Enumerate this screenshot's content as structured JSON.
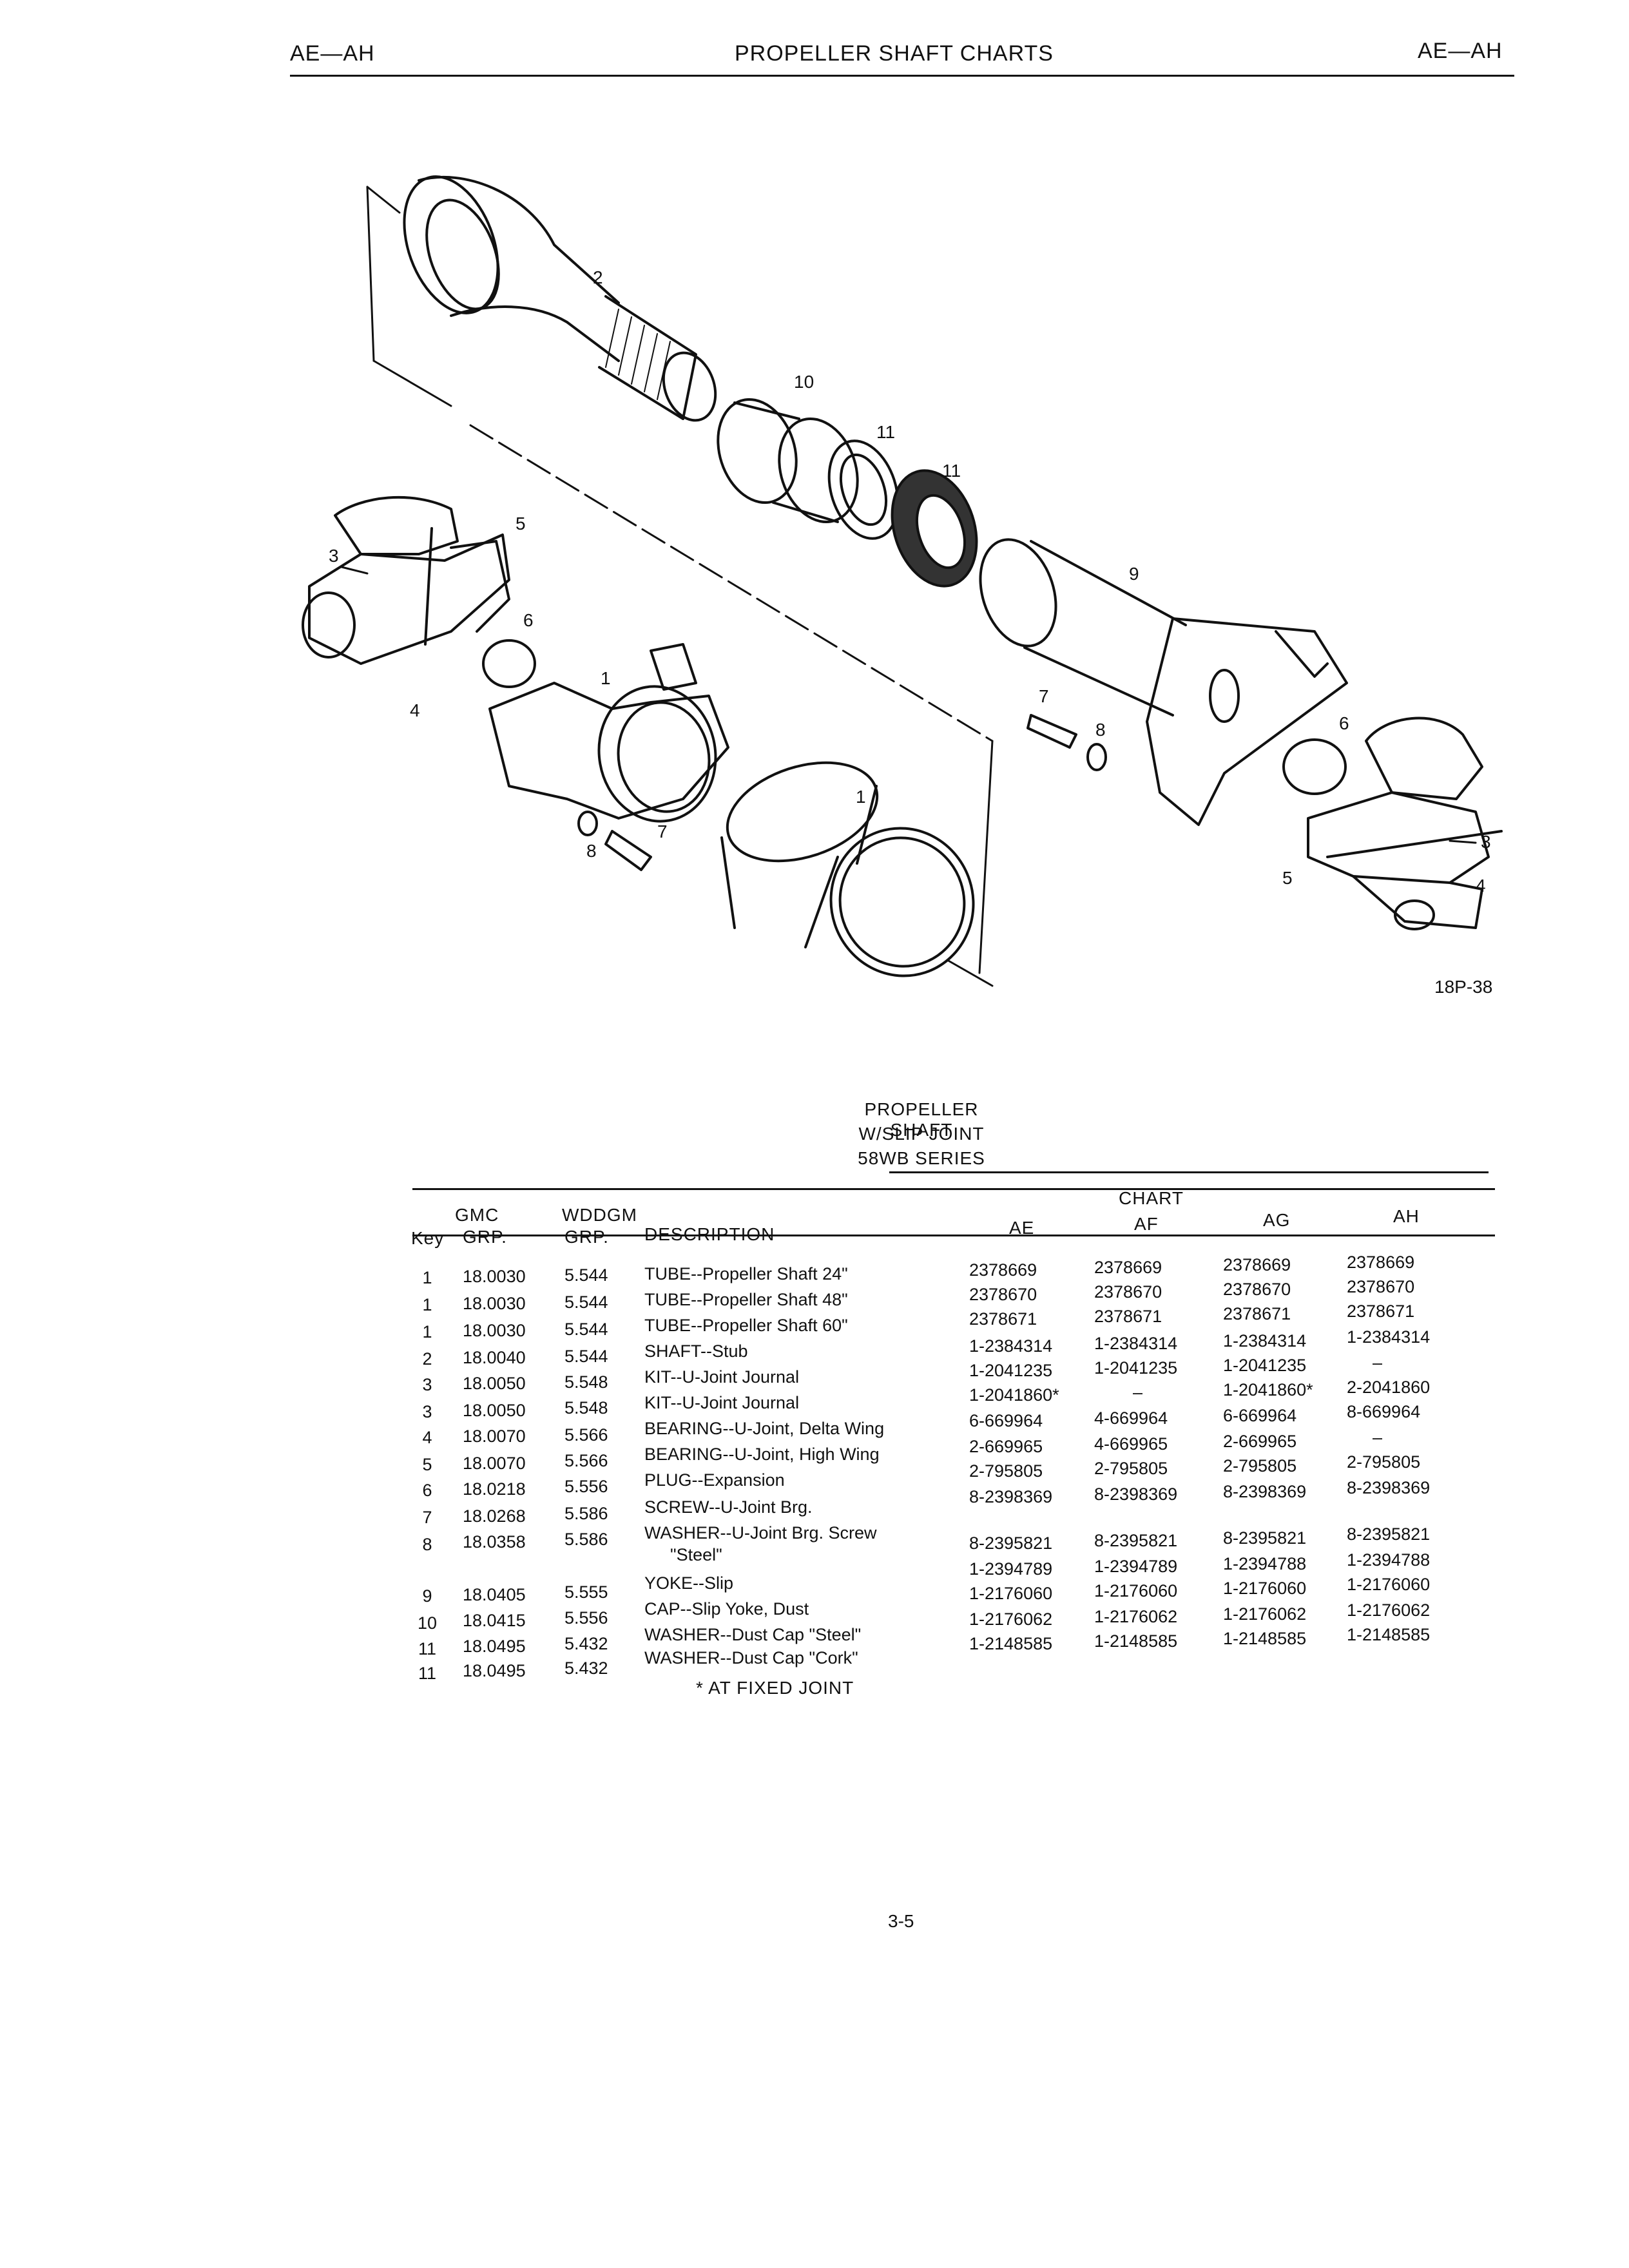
{
  "header": {
    "left": "AE—AH",
    "center": "PROPELLER SHAFT CHARTS",
    "right": "AE—AH"
  },
  "diagram": {
    "figure_id": "18P-38",
    "callouts": [
      "2",
      "10",
      "11",
      "11",
      "9",
      "5",
      "3",
      "6",
      "4",
      "1",
      "7",
      "8",
      "1",
      "8",
      "7",
      "6",
      "3",
      "5",
      "4"
    ]
  },
  "table": {
    "title_lines": [
      "PROPELLER SHAFT",
      "W/SLIP JOINT",
      "58WB SERIES"
    ],
    "chart_label": "CHART",
    "headers": {
      "key": "Key",
      "gmc_top": "GMC",
      "gmc_bottom": "GRP.",
      "wddgm_top": "WDDGM",
      "wddgm_bottom": "GRP.",
      "description": "DESCRIPTION",
      "ae": "AE",
      "af": "AF",
      "ag": "AG",
      "ah": "AH"
    },
    "rows": [
      {
        "key": "1",
        "gmc": "18.0030",
        "wddgm": "5.544",
        "desc": "TUBE--Propeller Shaft 24\"",
        "desc2": "",
        "ae": "2378669",
        "af": "2378669",
        "ag": "2378669",
        "ah": "2378669"
      },
      {
        "key": "1",
        "gmc": "18.0030",
        "wddgm": "5.544",
        "desc": "TUBE--Propeller Shaft 48\"",
        "desc2": "",
        "ae": "2378670",
        "af": "2378670",
        "ag": "2378670",
        "ah": "2378670"
      },
      {
        "key": "1",
        "gmc": "18.0030",
        "wddgm": "5.544",
        "desc": "TUBE--Propeller Shaft 60\"",
        "desc2": "",
        "ae": "2378671",
        "af": "2378671",
        "ag": "2378671",
        "ah": "2378671"
      },
      {
        "key": "2",
        "gmc": "18.0040",
        "wddgm": "5.544",
        "desc": "SHAFT--Stub",
        "desc2": "",
        "ae": "1-2384314",
        "af": "1-2384314",
        "ag": "1-2384314",
        "ah": "1-2384314"
      },
      {
        "key": "3",
        "gmc": "18.0050",
        "wddgm": "5.548",
        "desc": "KIT--U-Joint Journal",
        "desc2": "",
        "ae": "1-2041235",
        "af": "1-2041235",
        "ag": "1-2041235",
        "ah": "–"
      },
      {
        "key": "3",
        "gmc": "18.0050",
        "wddgm": "5.548",
        "desc": "KIT--U-Joint Journal",
        "desc2": "",
        "ae": "1-2041860*",
        "af": "–",
        "ag": "1-2041860*",
        "ah": "2-2041860"
      },
      {
        "key": "4",
        "gmc": "18.0070",
        "wddgm": "5.566",
        "desc": "BEARING--U-Joint, Delta Wing",
        "desc2": "",
        "ae": "6-669964",
        "af": "4-669964",
        "ag": "6-669964",
        "ah": "8-669964"
      },
      {
        "key": "5",
        "gmc": "18.0070",
        "wddgm": "5.566",
        "desc": "BEARING--U-Joint, High Wing",
        "desc2": "",
        "ae": "2-669965",
        "af": "4-669965",
        "ag": "2-669965",
        "ah": "–"
      },
      {
        "key": "6",
        "gmc": "18.0218",
        "wddgm": "5.556",
        "desc": "PLUG--Expansion",
        "desc2": "",
        "ae": "2-795805",
        "af": "2-795805",
        "ag": "2-795805",
        "ah": "2-795805"
      },
      {
        "key": "7",
        "gmc": "18.0268",
        "wddgm": "5.586",
        "desc": "SCREW--U-Joint Brg.",
        "desc2": "",
        "ae": "8-2398369",
        "af": "8-2398369",
        "ag": "8-2398369",
        "ah": "8-2398369"
      },
      {
        "key": "8",
        "gmc": "18.0358",
        "wddgm": "5.586",
        "desc": "WASHER--U-Joint Brg. Screw",
        "desc2": "\"Steel\"",
        "ae": "8-2395821",
        "af": "8-2395821",
        "ag": "8-2395821",
        "ah": "8-2395821"
      },
      {
        "key": "9",
        "gmc": "18.0405",
        "wddgm": "5.555",
        "desc": "YOKE--Slip",
        "desc2": "",
        "ae": "1-2394789",
        "af": "1-2394789",
        "ag": "1-2394788",
        "ah": "1-2394788"
      },
      {
        "key": "10",
        "gmc": "18.0415",
        "wddgm": "5.556",
        "desc": "CAP--Slip Yoke, Dust",
        "desc2": "",
        "ae": "1-2176060",
        "af": "1-2176060",
        "ag": "1-2176060",
        "ah": "1-2176060"
      },
      {
        "key": "11",
        "gmc": "18.0495",
        "wddgm": "5.432",
        "desc": "WASHER--Dust Cap \"Steel\"",
        "desc2": "",
        "ae": "1-2176062",
        "af": "1-2176062",
        "ag": "1-2176062",
        "ah": "1-2176062"
      },
      {
        "key": "11",
        "gmc": "18.0495",
        "wddgm": "5.432",
        "desc": "WASHER--Dust Cap \"Cork\"",
        "desc2": "",
        "ae": "1-2148585",
        "af": "1-2148585",
        "ag": "1-2148585",
        "ah": "1-2148585"
      }
    ],
    "footnote": "* AT FIXED JOINT"
  },
  "page_number": "3-5"
}
